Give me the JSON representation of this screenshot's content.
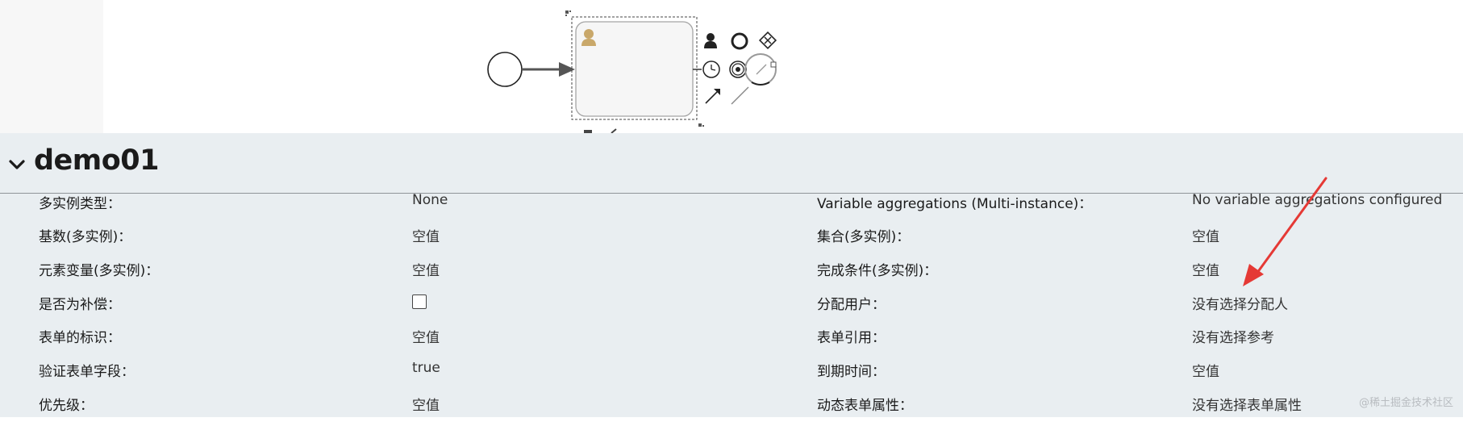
{
  "panel": {
    "title": "demo01"
  },
  "properties": [
    {
      "label_left": "多实例类型：",
      "value_left": "None",
      "label_right": "Variable aggregations (Multi-instance)：",
      "value_right": "No variable aggregations configured"
    },
    {
      "label_left": "基数(多实例)：",
      "value_left": "空值",
      "label_right": "集合(多实例)：",
      "value_right": "空值"
    },
    {
      "label_left": "元素变量(多实例)：",
      "value_left": "空值",
      "label_right": "完成条件(多实例)：",
      "value_right": "空值"
    },
    {
      "label_left": "是否为补偿：",
      "value_left": "",
      "label_right": "分配用户：",
      "value_right": "没有选择分配人"
    },
    {
      "label_left": "表单的标识：",
      "value_left": "空值",
      "label_right": "表单引用：",
      "value_right": "没有选择参考"
    },
    {
      "label_left": "验证表单字段：",
      "value_left": "true",
      "label_right": "到期时间：",
      "value_right": "空值"
    },
    {
      "label_left": "优先级：",
      "value_left": "空值",
      "label_right": "动态表单属性：",
      "value_right": "没有选择表单属性"
    }
  ],
  "compensation_checked": false,
  "watermark": "@稀土掘金技术社区",
  "colors": {
    "panel_bg": "#e9eef1",
    "canvas_bg": "#ffffff",
    "annotation_arrow": "#e53935",
    "user_icon": "#c9a86a"
  },
  "icons": {
    "collapse": "chevron-down-icon",
    "task_type": "user-icon",
    "palette": [
      "user-icon",
      "end-event-icon",
      "gateway-icon",
      "timer-icon",
      "intermediate-event-icon",
      "ring-icon",
      "arrow-connector-icon",
      "association-icon"
    ]
  }
}
